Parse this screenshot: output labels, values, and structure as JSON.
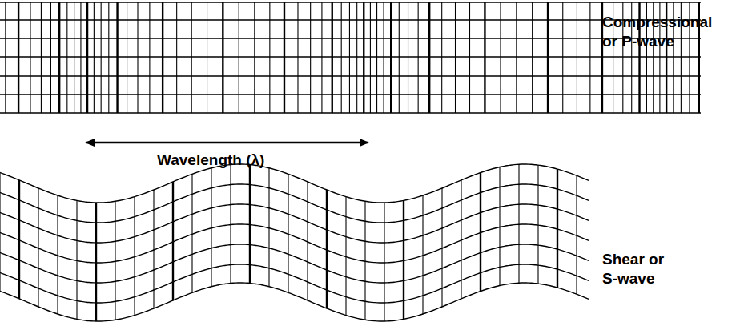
{
  "diagram": {
    "labels": [
      "Compressional or P-wave",
      "Wavelength (λ)",
      "Shear or S-wave"
    ]
  }
}
